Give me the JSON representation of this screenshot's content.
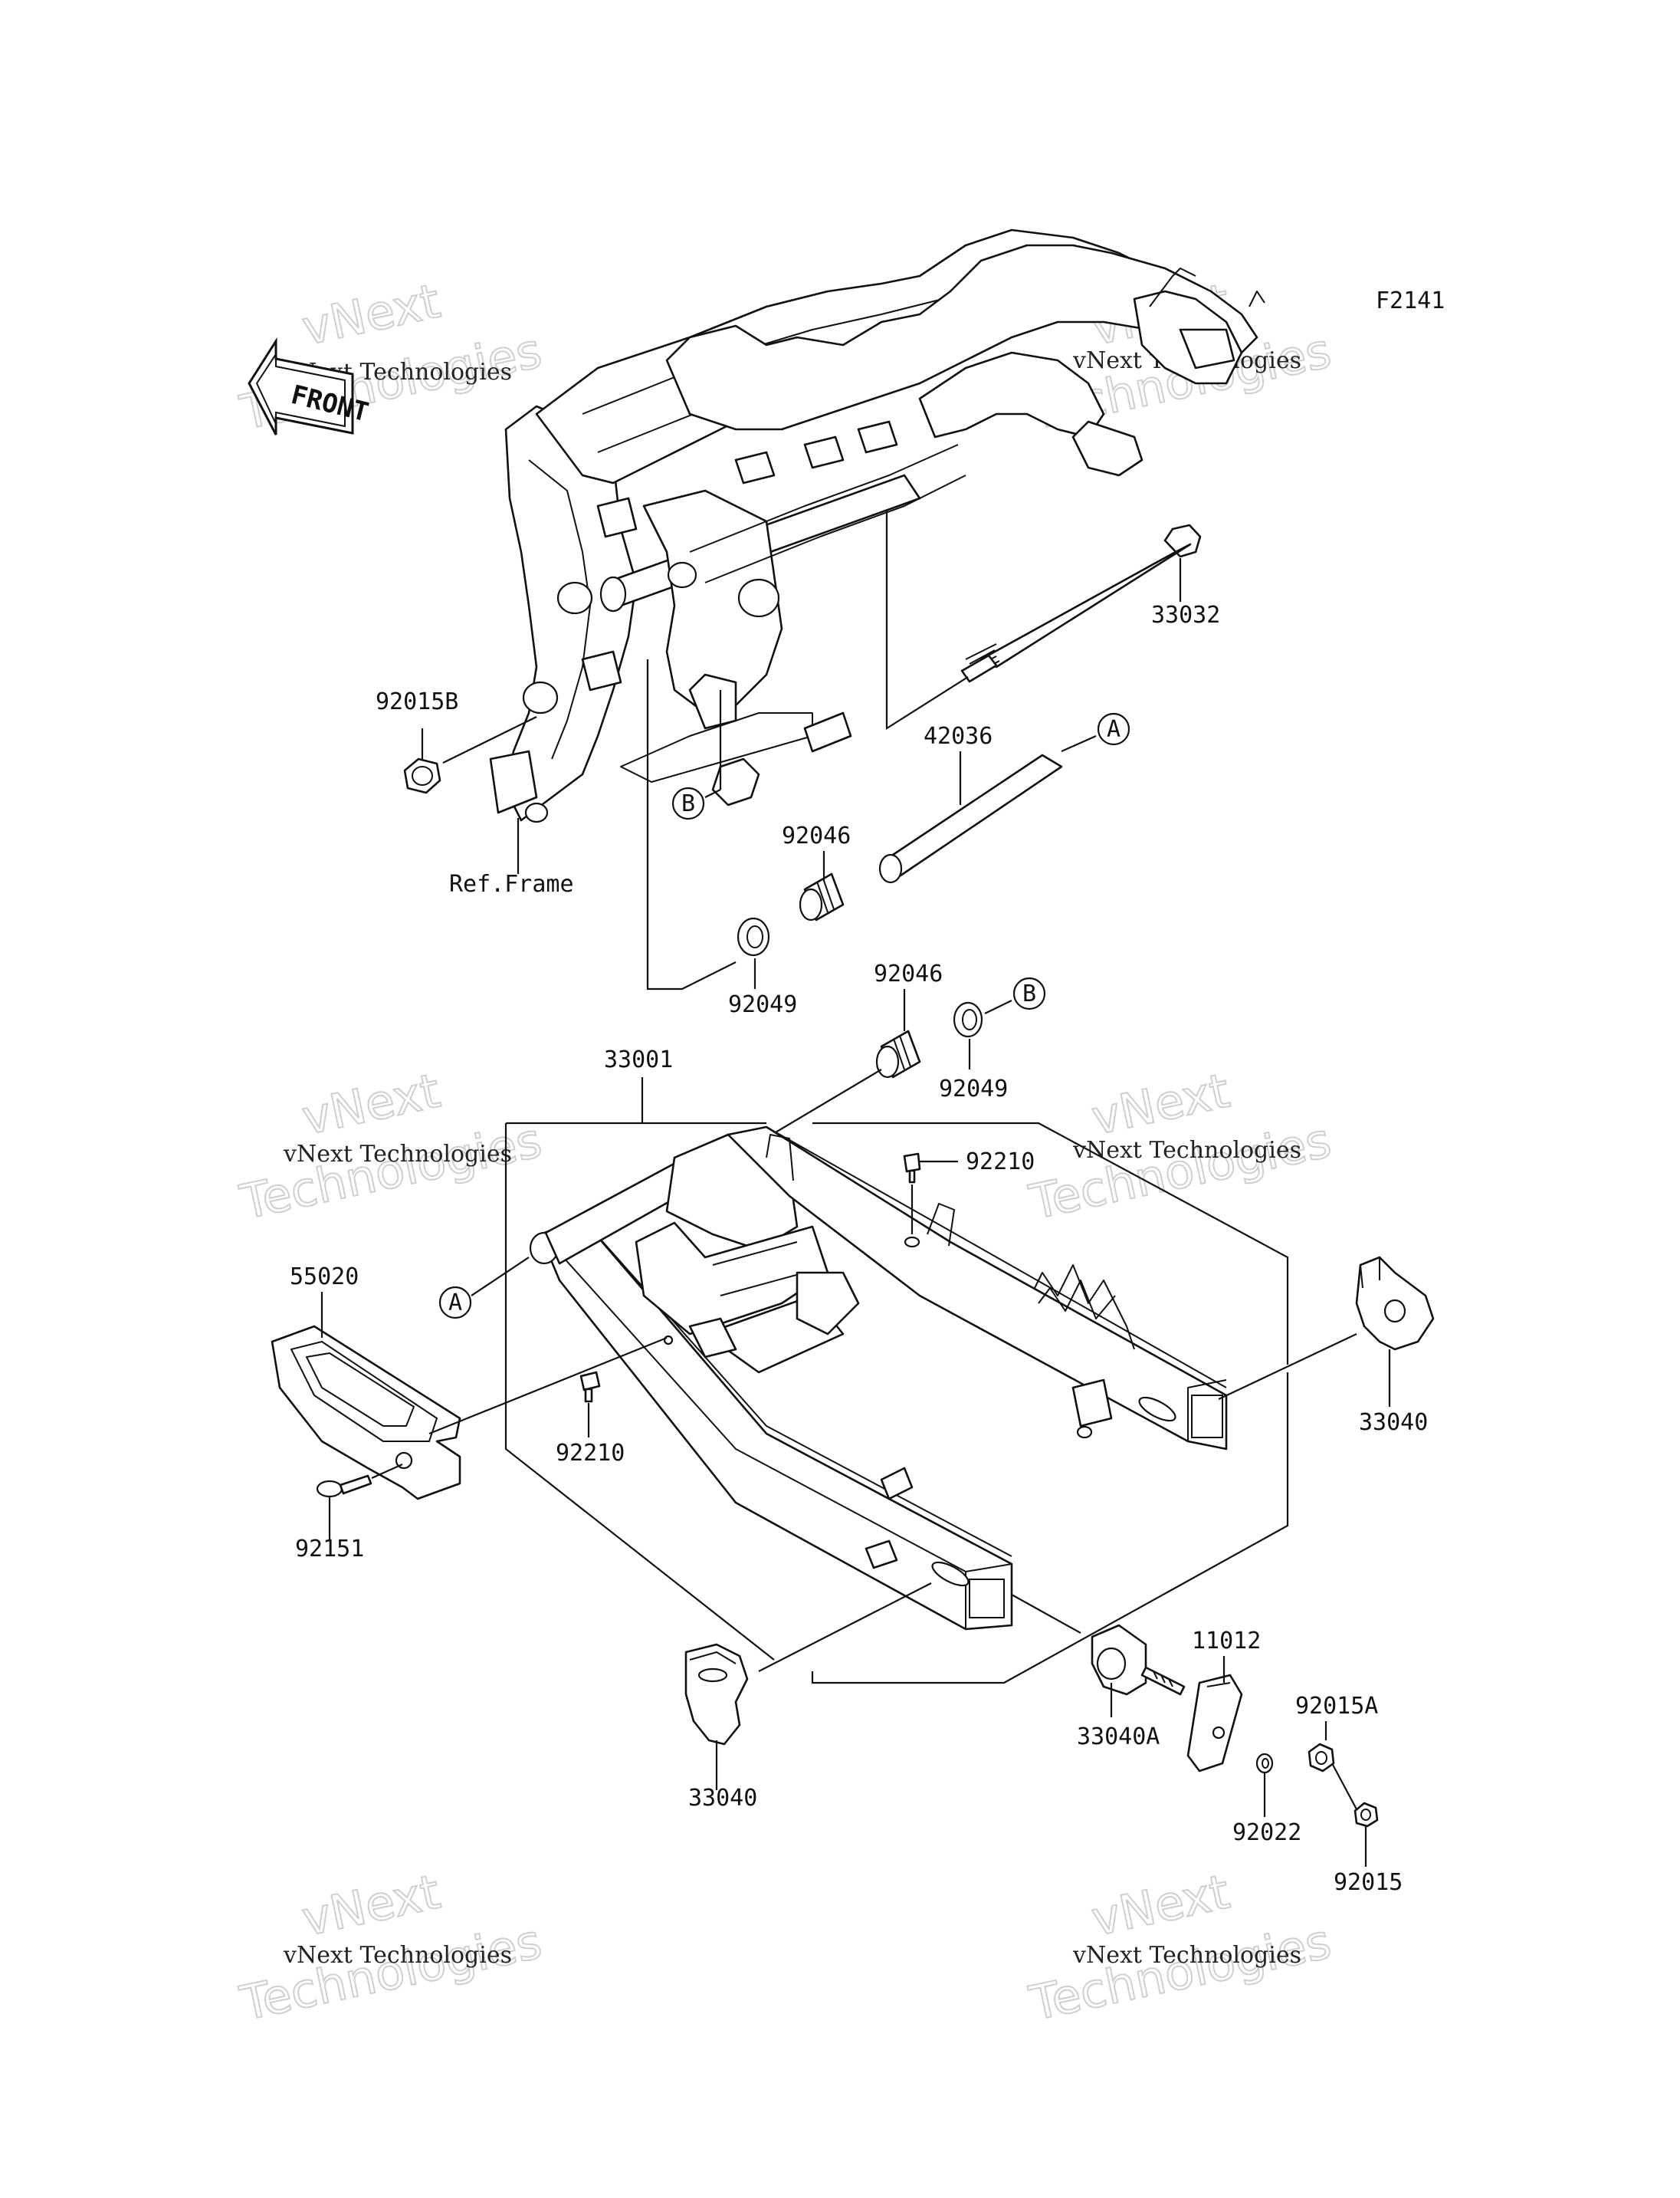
{
  "figure_code": "F2141",
  "front_badge": "FRONT",
  "ref_frame_label": "Ref.Frame",
  "parts": {
    "p33032": "33032",
    "p92015B": "92015B",
    "p42036": "42036",
    "p92046_top": "92046",
    "p92049_top": "92049",
    "p92046_mid": "92046",
    "p92049_mid": "92049",
    "p33001": "33001",
    "p92210_top": "92210",
    "p55020": "55020",
    "p92210_left": "92210",
    "p92151": "92151",
    "p33040_right": "33040",
    "p33040_bottom": "33040",
    "p11012": "11012",
    "p33040A": "33040A",
    "p92015A": "92015A",
    "p92022": "92022",
    "p92015": "92015"
  },
  "callouts": {
    "A_top": "A",
    "B_frame": "B",
    "B_mid": "B",
    "A_swingarm": "A"
  },
  "watermark": {
    "line1": "vNext Technologies",
    "line2": "Technologies",
    "line3": "vNext"
  }
}
